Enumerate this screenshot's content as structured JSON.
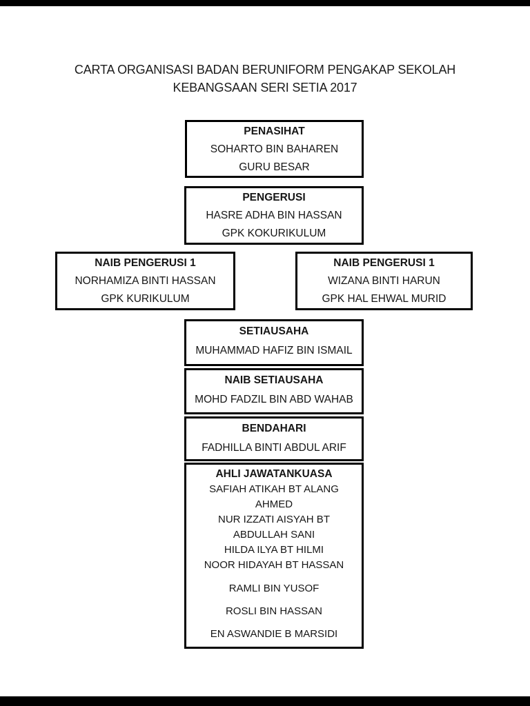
{
  "page": {
    "title_line1": "CARTA ORGANISASI BADAN BERUNIFORM PENGAKAP SEKOLAH",
    "title_line2": "KEBANGSAAN SERI SETIA 2017"
  },
  "colors": {
    "background": "#ffffff",
    "text": "#161616",
    "box_border": "#000000",
    "edge_bar": "#000000"
  },
  "org_chart": {
    "boxes": [
      {
        "role": "PENASIHAT",
        "lines": [
          "SOHARTO BIN BAHAREN",
          "GURU BESAR"
        ]
      },
      {
        "role": "PENGERUSI",
        "lines": [
          "HASRE ADHA BIN HASSAN",
          "GPK KOKURIKULUM"
        ]
      },
      {
        "role": "NAIB PENGERUSI 1",
        "lines": [
          "NORHAMIZA BINTI HASSAN",
          "GPK KURIKULUM"
        ]
      },
      {
        "role": "NAIB PENGERUSI 1",
        "lines": [
          "WIZANA BINTI HARUN",
          "GPK HAL EHWAL MURID"
        ]
      },
      {
        "role": "SETIAUSAHA",
        "lines": [
          "MUHAMMAD HAFIZ BIN ISMAIL"
        ]
      },
      {
        "role": "NAIB SETIAUSAHA",
        "lines": [
          "MOHD FADZIL BIN ABD WAHAB"
        ]
      },
      {
        "role": "BENDAHARI",
        "lines": [
          "FADHILLA BINTI ABDUL ARIF"
        ]
      },
      {
        "role": "AHLI JAWATANKUASA",
        "lines": [
          "SAFIAH ATIKAH BT ALANG",
          "AHMED",
          "NUR IZZATI AISYAH BT",
          "ABDULLAH SANI",
          "HILDA ILYA BT HILMI",
          "NOOR HIDAYAH BT HASSAN"
        ],
        "spaced_lines": [
          "RAMLI BIN YUSOF",
          "ROSLI BIN HASSAN",
          "EN ASWANDIE B MARSIDI"
        ]
      }
    ]
  }
}
